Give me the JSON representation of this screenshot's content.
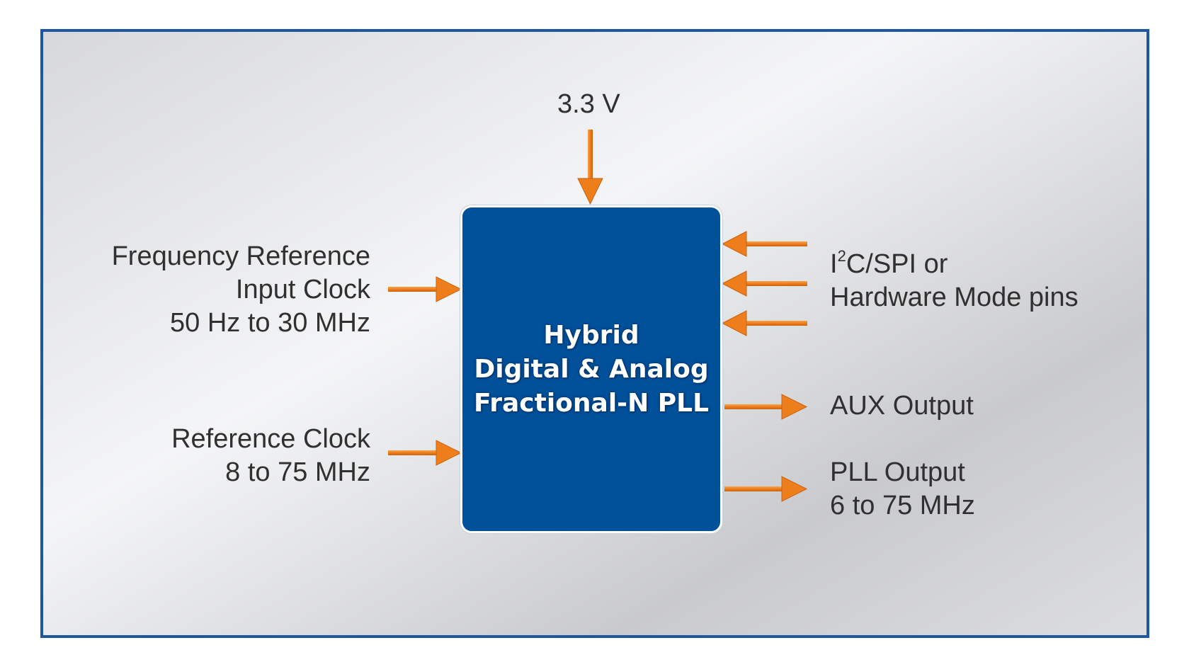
{
  "block": {
    "line1": "Hybrid",
    "line2": "Digital & Analog",
    "line3": "Fractional-N PLL"
  },
  "supply": {
    "label": "3.3 V"
  },
  "inputs": {
    "freq_ref": {
      "line1": "Frequency Reference",
      "line2": "Input Clock",
      "line3": "50 Hz to 30 MHz"
    },
    "ref_clock": {
      "line1": "Reference Clock",
      "line2": "8 to 75 MHz"
    }
  },
  "control": {
    "prefix": "I",
    "superscript": "2",
    "suffix": "C/SPI or",
    "line2": "Hardware Mode pins"
  },
  "outputs": {
    "aux": {
      "label": "AUX Output"
    },
    "pll": {
      "line1": "PLL Output",
      "line2": "6 to 75 MHz"
    }
  },
  "colors": {
    "border": "#1f56a0",
    "block": "#00509a",
    "arrow": "#f08a24",
    "text": "#303030"
  }
}
